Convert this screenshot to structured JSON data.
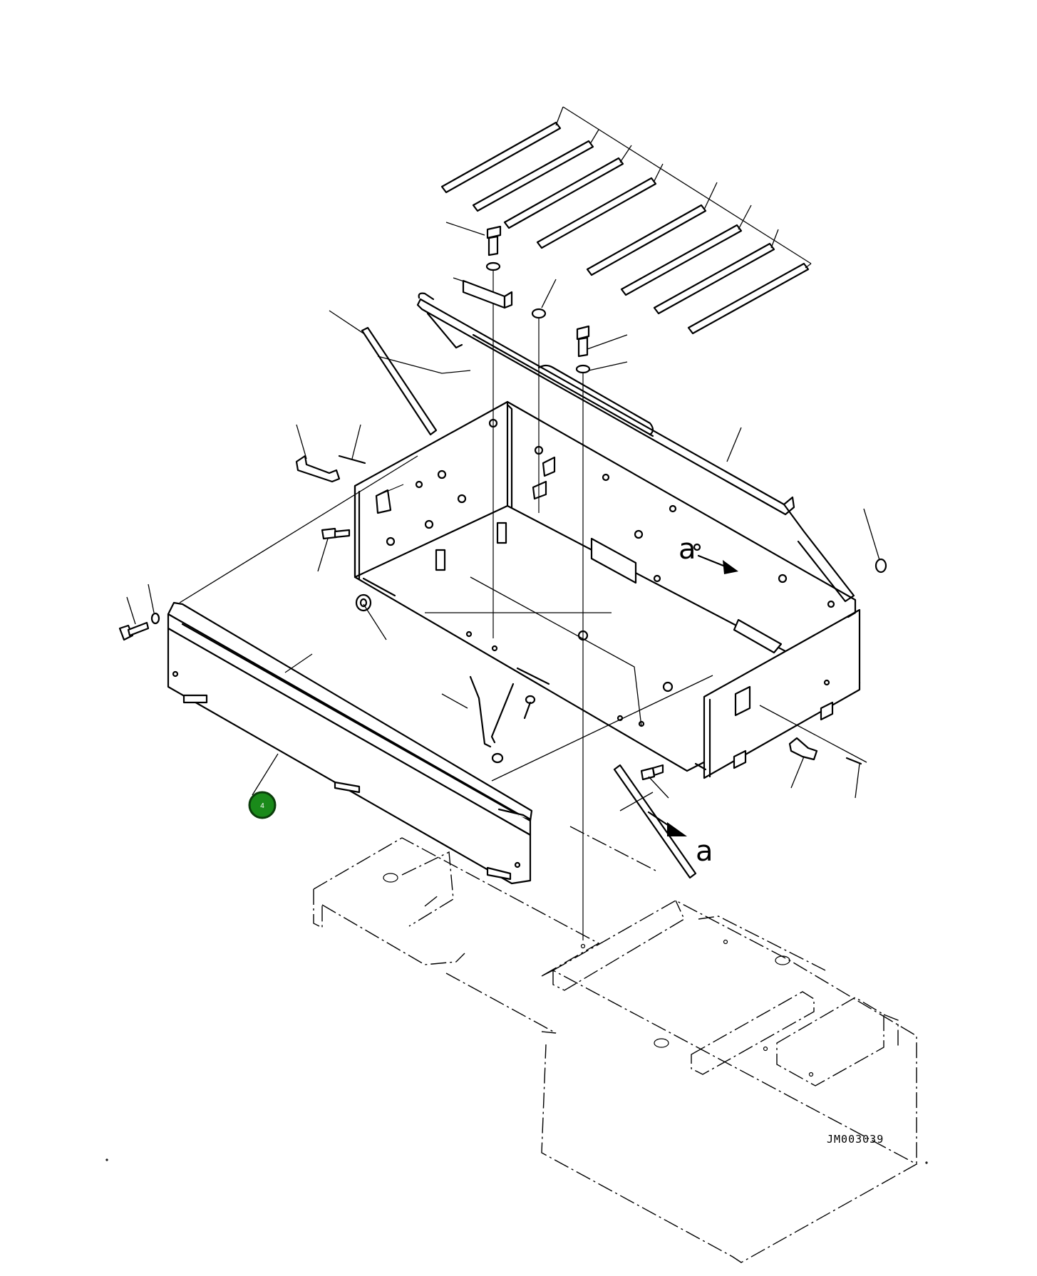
{
  "labels": {
    "view_a_upper": "a",
    "view_a_lower": "a",
    "drawing_code": "JM003039"
  },
  "callouts": [
    {
      "number": "4",
      "color": "#1a8a1a"
    }
  ]
}
